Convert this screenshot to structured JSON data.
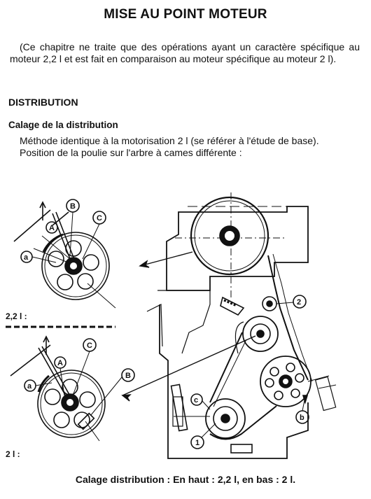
{
  "title": "MISE AU POINT MOTEUR",
  "intro": "(Ce chapitre ne traite que des opérations ayant un caractère spécifique au moteur 2,2 l et est fait en comparaison au moteur spécifique au moteur 2 l).",
  "section_heading": "DISTRIBUTION",
  "subsection_heading": "Calage de la distribution",
  "paragraphs": [
    "Méthode identique à la motorisation 2 l (se référer à l'étude de base).",
    "Position de la poulie sur l'arbre à cames différente :"
  ],
  "figure": {
    "upper_label": "2,2 l :",
    "lower_label": "2 l :",
    "callouts": {
      "A_upper": "A",
      "B_upper": "B",
      "C_upper": "C",
      "a_upper": "a",
      "A_lower": "A",
      "B_lower": "B",
      "C_lower": "C",
      "a_lower": "a",
      "n1": "1",
      "n2": "2",
      "b": "b",
      "c": "c"
    }
  },
  "caption": "Calage distribution : En haut : 2,2 l, en bas : 2 l."
}
